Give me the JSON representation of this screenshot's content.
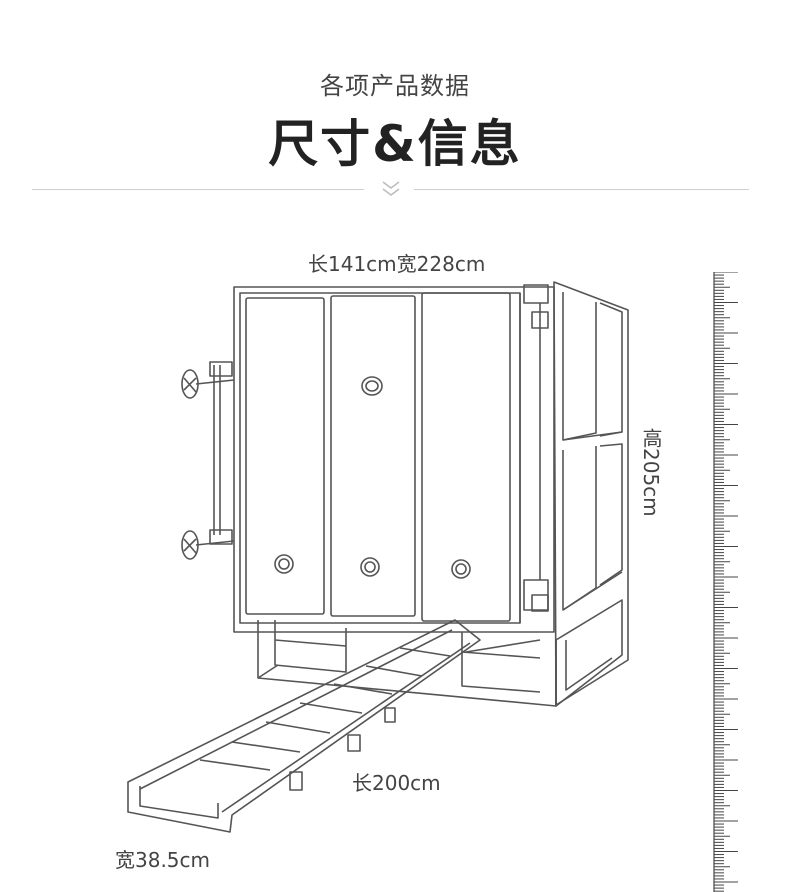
{
  "header": {
    "subtitle": "各项产品数据",
    "title": "尺寸&信息"
  },
  "divider": {
    "icon": "double-chevron-down-icon"
  },
  "dimensions": {
    "top": "长141cm宽228cm",
    "height": "高205cm",
    "rail_length": "长200cm",
    "rail_width": "宽38.5cm"
  },
  "colors": {
    "line": "#555555",
    "divider": "#cfcfcf"
  }
}
